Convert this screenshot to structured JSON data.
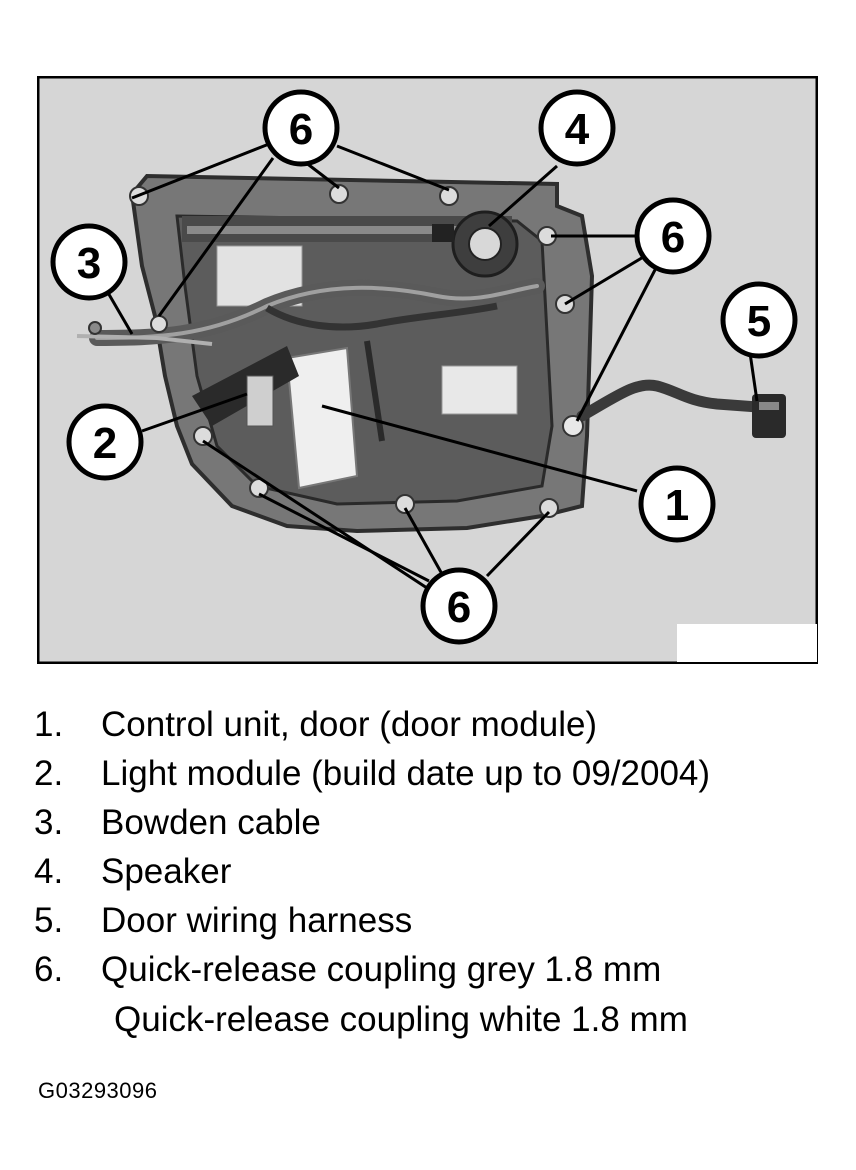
{
  "callouts": [
    {
      "id": "c6-top",
      "label": "6"
    },
    {
      "id": "c4",
      "label": "4"
    },
    {
      "id": "c3",
      "label": "3"
    },
    {
      "id": "c6-right",
      "label": "6"
    },
    {
      "id": "c5",
      "label": "5"
    },
    {
      "id": "c2",
      "label": "2"
    },
    {
      "id": "c1",
      "label": "1"
    },
    {
      "id": "c6-bottom",
      "label": "6"
    }
  ],
  "legend": {
    "items": [
      {
        "num": "1.",
        "text": "Control unit, door (door module)"
      },
      {
        "num": "2.",
        "text": "Light module (build date up to 09/2004)"
      },
      {
        "num": "3.",
        "text": "Bowden cable"
      },
      {
        "num": "4.",
        "text": "Speaker"
      },
      {
        "num": "5.",
        "text": "Door wiring harness"
      },
      {
        "num": "6.",
        "text": "Quick-release coupling grey 1.8 mm"
      }
    ],
    "sub_text": "Quick-release coupling white 1.8 mm"
  },
  "figure_id": "G03293096",
  "colors": {
    "photo_bg": "#d4d4d4",
    "frame": "#000000",
    "plate": "#6e6e6e",
    "plate_dark": "#3a3a3a"
  }
}
